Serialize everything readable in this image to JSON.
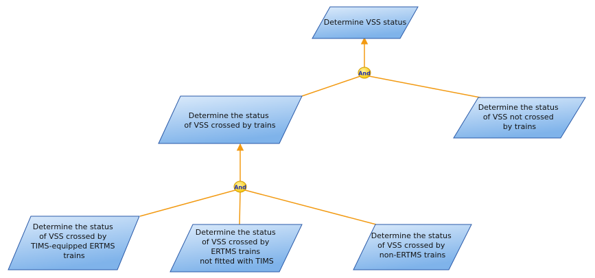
{
  "colors": {
    "connector": "#f29a12",
    "goal_fill_top": "#dcebfb",
    "goal_fill_bottom": "#7fb3ea",
    "goal_stroke": "#2a5aa8",
    "and_fill": "#f7c400"
  },
  "diagram": {
    "root": {
      "lines": [
        "Determine VSS status"
      ]
    },
    "and_top": {
      "label": "And"
    },
    "crossed": {
      "lines": [
        "Determine the status",
        "of  VSS crossed by  trains"
      ]
    },
    "not_crossed": {
      "lines": [
        "Determine the status",
        "of  VSS not crossed",
        "by  trains"
      ]
    },
    "and_bottom": {
      "label": "And"
    },
    "tims_equipped": {
      "lines": [
        "Determine the status",
        "of  VSS crossed by",
        "TIMS-equipped ERTMS",
        "trains"
      ]
    },
    "ertms_no_tims": {
      "lines": [
        "Determine the status",
        "of  VSS crossed by",
        "ERTMS trains",
        "not fitted with TIMS"
      ]
    },
    "non_ertms": {
      "lines": [
        "Determine the status",
        "of  VSS crossed by",
        "non-ERTMS trains"
      ]
    }
  }
}
